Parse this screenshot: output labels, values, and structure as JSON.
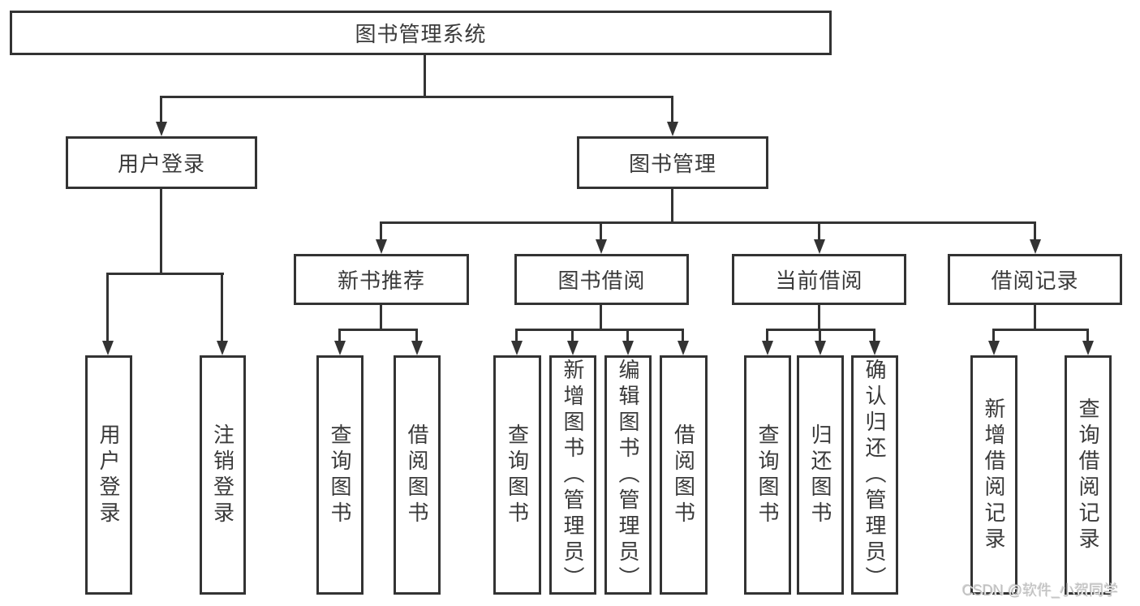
{
  "tree": {
    "label": "图书管理系统",
    "children": [
      {
        "label": "用户登录",
        "children": [
          {
            "label": "用户登录"
          },
          {
            "label": "注销登录"
          }
        ]
      },
      {
        "label": "图书管理",
        "children": [
          {
            "label": "新书推荐",
            "children": [
              {
                "label": "查询图书"
              },
              {
                "label": "借阅图书"
              }
            ]
          },
          {
            "label": "图书借阅",
            "children": [
              {
                "label": "查询图书"
              },
              {
                "label": "新增图书（管理员）"
              },
              {
                "label": "编辑图书（管理员）"
              },
              {
                "label": "借阅图书"
              }
            ]
          },
          {
            "label": "当前借阅",
            "children": [
              {
                "label": "查询图书"
              },
              {
                "label": "归还图书"
              },
              {
                "label": "确认归还（管理员）"
              }
            ]
          },
          {
            "label": "借阅记录",
            "children": [
              {
                "label": "新增借阅记录"
              },
              {
                "label": "查询借阅记录"
              }
            ]
          }
        ]
      }
    ]
  },
  "watermark": "CSDN @软件_小贺同学",
  "colors": {
    "line": "#333333",
    "text": "#3a3a3a",
    "background": "#ffffff",
    "watermark": "#c0c0c0"
  }
}
